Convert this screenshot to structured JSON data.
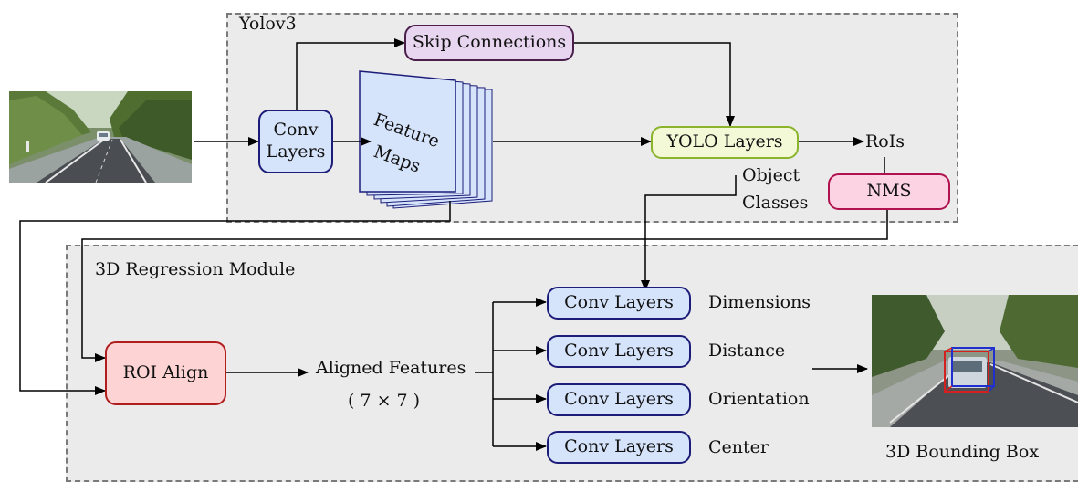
{
  "colors": {
    "conv_fill": "#d6e4fb",
    "conv_border": "#1c1c78",
    "skip_fill": "#e8d5f0",
    "skip_border": "#4a1f4c",
    "yolo_fill": "#f3f8d6",
    "yolo_border": "#8ab42a",
    "nms_fill": "#fbd3e3",
    "nms_border": "#b0124f",
    "roi_fill": "#fdd3d3",
    "roi_border": "#b01d1d",
    "region_fill": "#ebebeb",
    "region_border": "#7a7a7a"
  },
  "yolo": {
    "title": "Yolov3",
    "skip": "Skip Connections",
    "conv_line1": "Conv",
    "conv_line2": "Layers",
    "feature_maps_line1": "Feature",
    "feature_maps_line2": "Maps",
    "yolo_layers": "YOLO Layers",
    "rois": "RoIs",
    "object_classes_line1": "Object",
    "object_classes_line2": "Classes",
    "nms": "NMS"
  },
  "regression": {
    "title": "3D Regression Module",
    "roi_align": "ROI Align",
    "aligned_features": "Aligned Features",
    "aligned_size": "( 7 × 7 )",
    "heads": [
      {
        "block": "Conv Layers",
        "output": "Dimensions"
      },
      {
        "block": "Conv Layers",
        "output": "Distance"
      },
      {
        "block": "Conv Layers",
        "output": "Orientation"
      },
      {
        "block": "Conv Layers",
        "output": "Center"
      }
    ],
    "bounding_box_caption": "3D Bounding Box"
  }
}
